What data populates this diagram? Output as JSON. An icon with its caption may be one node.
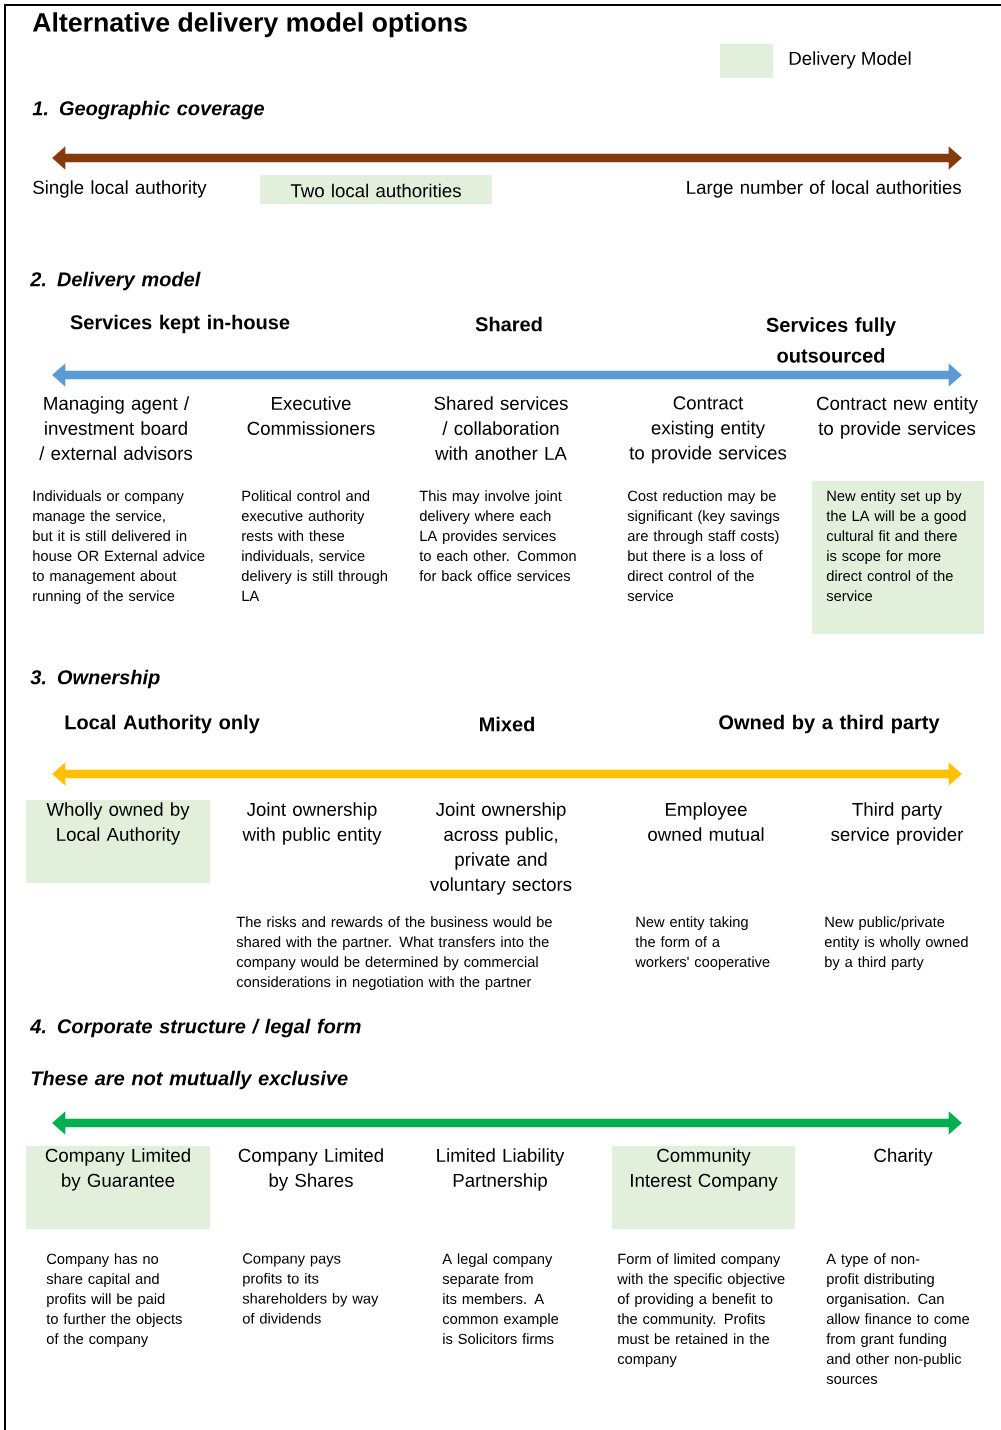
{
  "diagram": {
    "title": "Alternative delivery model options",
    "nodes": [
      {
        "text": [
          "Two local authorities"
        ]
      },
      {
        "text": [
          "New entity set up by the LA will be a good cultural fit and there is scope for more direct control of the service"
        ]
      },
      {
        "text": [
          "Wholly owned by Local Authority"
        ]
      },
      {
        "text": [
          "Company Limited by Guarantee"
        ]
      },
      {
        "text": [
          "Community Interest Company"
        ]
      }
    ],
    "edges": [],
    "labels": [
      "1. Geographic coverage",
      "Single local authority",
      "Large number of local authorities",
      "2. Delivery model",
      "Services kept in-house",
      "Shared",
      "Services fully outsourced",
      "Managing agent / investment board / external advisors",
      "Executive Commissioners",
      "Shared services / collaboration with another LA",
      "Contract existing entity to provide services",
      "Contract new entity to provide services",
      "Individuals or company manage the service, but it is still delivered in house OR External advice to management about running of the service",
      "Political control and executive authority rests with these individuals, service delivery is still through LA",
      "This may involve joint delivery where each LA provides services to each other. Common for back office services",
      "Cost reduction may be significant (key savings are through staff costs) but there is a loss of direct control of the service",
      "3. Ownership",
      "Local Authority only",
      "Mixed",
      "Owned by a third party",
      "Joint ownership with public entity",
      "Joint ownership across public, private and voluntary sectors",
      "Employee owned mutual",
      "Third party service provider",
      "The risks and rewards of the business would be shared with the partner. What transfers into the company would be determined by commercial considerations in negotiation with the partner",
      "New entity taking the form of a workers' cooperative",
      "New public/private entity is wholly owned by a third party",
      "4. Corporate structure / legal form",
      "These are not mutually exclusive",
      "Company Limited by Shares",
      "Limited Liability Partnership",
      "Charity",
      "Company has no share capital and profits will be paid to further the objects of the company",
      "Company pays profits to its shareholders by way of dividends",
      "A legal company separate from its members. A common example is Solicitors firms",
      "Form of limited company with the specific objective of providing a benefit to the community. Profits must be retained in the company",
      "A type of non-profit distributing organisation. Can allow finance to come from grant funding and other non-public sources"
    ],
    "legend": [
      {
        "text": "Delivery Model",
        "color": "#e2efda"
      }
    ]
  }
}
